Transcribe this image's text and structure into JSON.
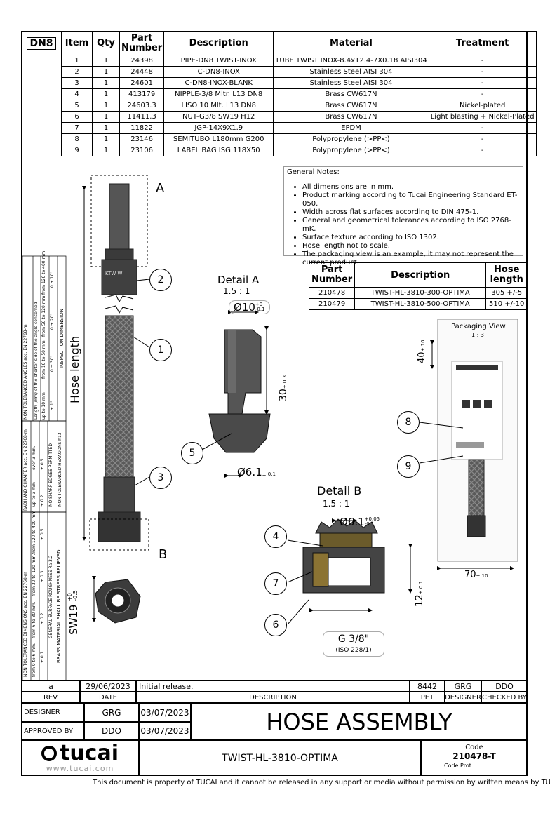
{
  "bom": {
    "tag": "DN8",
    "headers": [
      "Item",
      "Qty",
      "Part\nNumber",
      "Description",
      "Material",
      "Treatment"
    ],
    "rows": [
      [
        "1",
        "1",
        "24398",
        "PIPE-DN8 TWIST-INOX",
        "TUBE TWIST INOX-8.4x12.4-7X0.18 AISI304",
        "-"
      ],
      [
        "2",
        "1",
        "24448",
        "C-DN8-INOX",
        "Stainless Steel AISI 304",
        "-"
      ],
      [
        "3",
        "1",
        "24601",
        "C-DN8-INOX-BLANK",
        "Stainless Steel AISI 304",
        "-"
      ],
      [
        "4",
        "1",
        "413179",
        "NIPPLE-3/8 Mltr. L13 DN8",
        "Brass CW617N",
        "-"
      ],
      [
        "5",
        "1",
        "24603.3",
        "LISO 10 Mlt. L13 DN8",
        "Brass CW617N",
        "Nickel-plated"
      ],
      [
        "6",
        "1",
        "11411.3",
        "NUT-G3/8 SW19 H12",
        "Brass CW617N",
        "Light blasting + Nickel-Plated"
      ],
      [
        "7",
        "1",
        "11822",
        "JGP-14X9X1.9",
        "EPDM",
        "-"
      ],
      [
        "8",
        "1",
        "23146",
        "SEMITUBO L180mm G200",
        "Polypropylene (>PP<)",
        "-"
      ],
      [
        "9",
        "1",
        "23106",
        "LABEL BAG ISG 118X50",
        "Polypropylene (>PP<)",
        "-"
      ]
    ]
  },
  "notes": {
    "title": "General Notes:",
    "items": [
      "All dimensions are in mm.",
      "Product marking according to Tucai Engineering Standard ET-050.",
      "Width across flat surfaces according to DIN 475-1.",
      "General and geometrical tolerances according to ISO 2768-mK.",
      "Surface texture according to ISO 1302.",
      "Hose length not to scale.",
      "The packaging view is an example, it may not represent the current product."
    ]
  },
  "codes": {
    "headers": [
      "Part\nNumber",
      "Description",
      "Hose\nlength"
    ],
    "rows": [
      [
        "210478",
        "TWIST-HL-3810-300-OPTIMA",
        "305 +/-5"
      ],
      [
        "210479",
        "TWIST-HL-3810-500-OPTIMA",
        "510 +/-10"
      ]
    ]
  },
  "drawing": {
    "label_a": "A",
    "label_b": "B",
    "hose_length": "Hose length",
    "sw19": "SW19",
    "sw19_tol": "+0\n-0.5",
    "detail_a_title": "Detail A",
    "detail_a_scale": "1.5 : 1",
    "dia10": "Ø10",
    "dia10_tol": "+0\n-0.1",
    "dim30": "30",
    "dim30_tol": "± 0.3",
    "dia61": "Ø6.1",
    "dia61_tol": "± 0.1",
    "detail_b_title": "Detail B",
    "detail_b_scale": "1.5 : 1",
    "dia61b": "Ø6.1",
    "dia61b_tol": "+0.05\n-0.1",
    "dim12": "12",
    "dim12_tol": "± 0.1",
    "thread": "G 3/8\"",
    "thread_std": "(ISO 228/1)",
    "packaging_title": "Packaging View",
    "packaging_scale": "1 : 3",
    "dim40": "40",
    "dim40_tol": "± 10",
    "dim70": "70",
    "dim70_tol": "± 10",
    "balloons": [
      "1",
      "2",
      "3",
      "4",
      "5",
      "6",
      "7",
      "8",
      "9"
    ]
  },
  "tolerances": {
    "col1_title": "NON TOLERANCED DIMENSIONS acc. EN 22768-m",
    "col1_ranges": [
      "from 0 to 6 mm.",
      "from 6 to 30 mm.",
      "from 30 to 120 mm.",
      "from 120 to 400 mm"
    ],
    "col1_vals": [
      "± 0.1",
      "± 0.2",
      "± 0.3",
      "± 0.5"
    ],
    "col1_rough": "GENERAL SURFACE ROUGHNESS Ra 3.2",
    "col1_brass": "BRASS MATERIAL SHALL BE STRESS RELIEVED",
    "col2_title": "RADII AND CHAMFER acc. EN 22768-m",
    "col2_ranges": [
      "up to 3 mm",
      "over 3 mm."
    ],
    "col2_vals": [
      "± 0.2",
      "± 0.5"
    ],
    "col2_sharp": "NO SHARP EDGES PERMITTED",
    "col2_hex": "NON TOLERANCED HEXAGONS h13",
    "col3_title": "NON TOLERANCED ANGLES acc. EN 22768-m",
    "col3_sub": "Length (mm) of the shorter side of the angle concerned",
    "col3_ranges": [
      "up to 10 mm",
      "from 10 to 50 mm",
      "from 50 to 120 mm",
      "from 120 to 400 mm"
    ],
    "col3_vals": [
      "± 1°",
      "0 ± 30'",
      "0 ± 20'",
      "0 ± 10'"
    ],
    "col3_insp": "INSPECTION DIMENSION"
  },
  "revision": {
    "rev": "a",
    "date": "29/06/2023",
    "description": "Initial release.",
    "pet": "8442",
    "designer": "GRG",
    "checked": "DDO",
    "h_rev": "REV",
    "h_date": "DATE",
    "h_desc": "DESCRIPTION",
    "h_pet": "PET",
    "h_designer": "DESIGNER",
    "h_checked": "CHECKED BY"
  },
  "titleblock": {
    "designer_label": "DESIGNER",
    "designer": "GRG",
    "designer_date": "03/07/2023",
    "approved_label": "APPROVED BY",
    "approved": "DDO",
    "approved_date": "03/07/2023",
    "title": "HOSE ASSEMBLY",
    "logo": "tucai",
    "website": "www.tucai.com",
    "drawing_name": "TWIST-HL-3810-OPTIMA",
    "code_label": "Code",
    "code": "210478-T",
    "code_prot": "Code Prot.:"
  },
  "footer": "This document is property of TUCAI and it cannot be released in any support or media without permission by written means by TUCAI"
}
